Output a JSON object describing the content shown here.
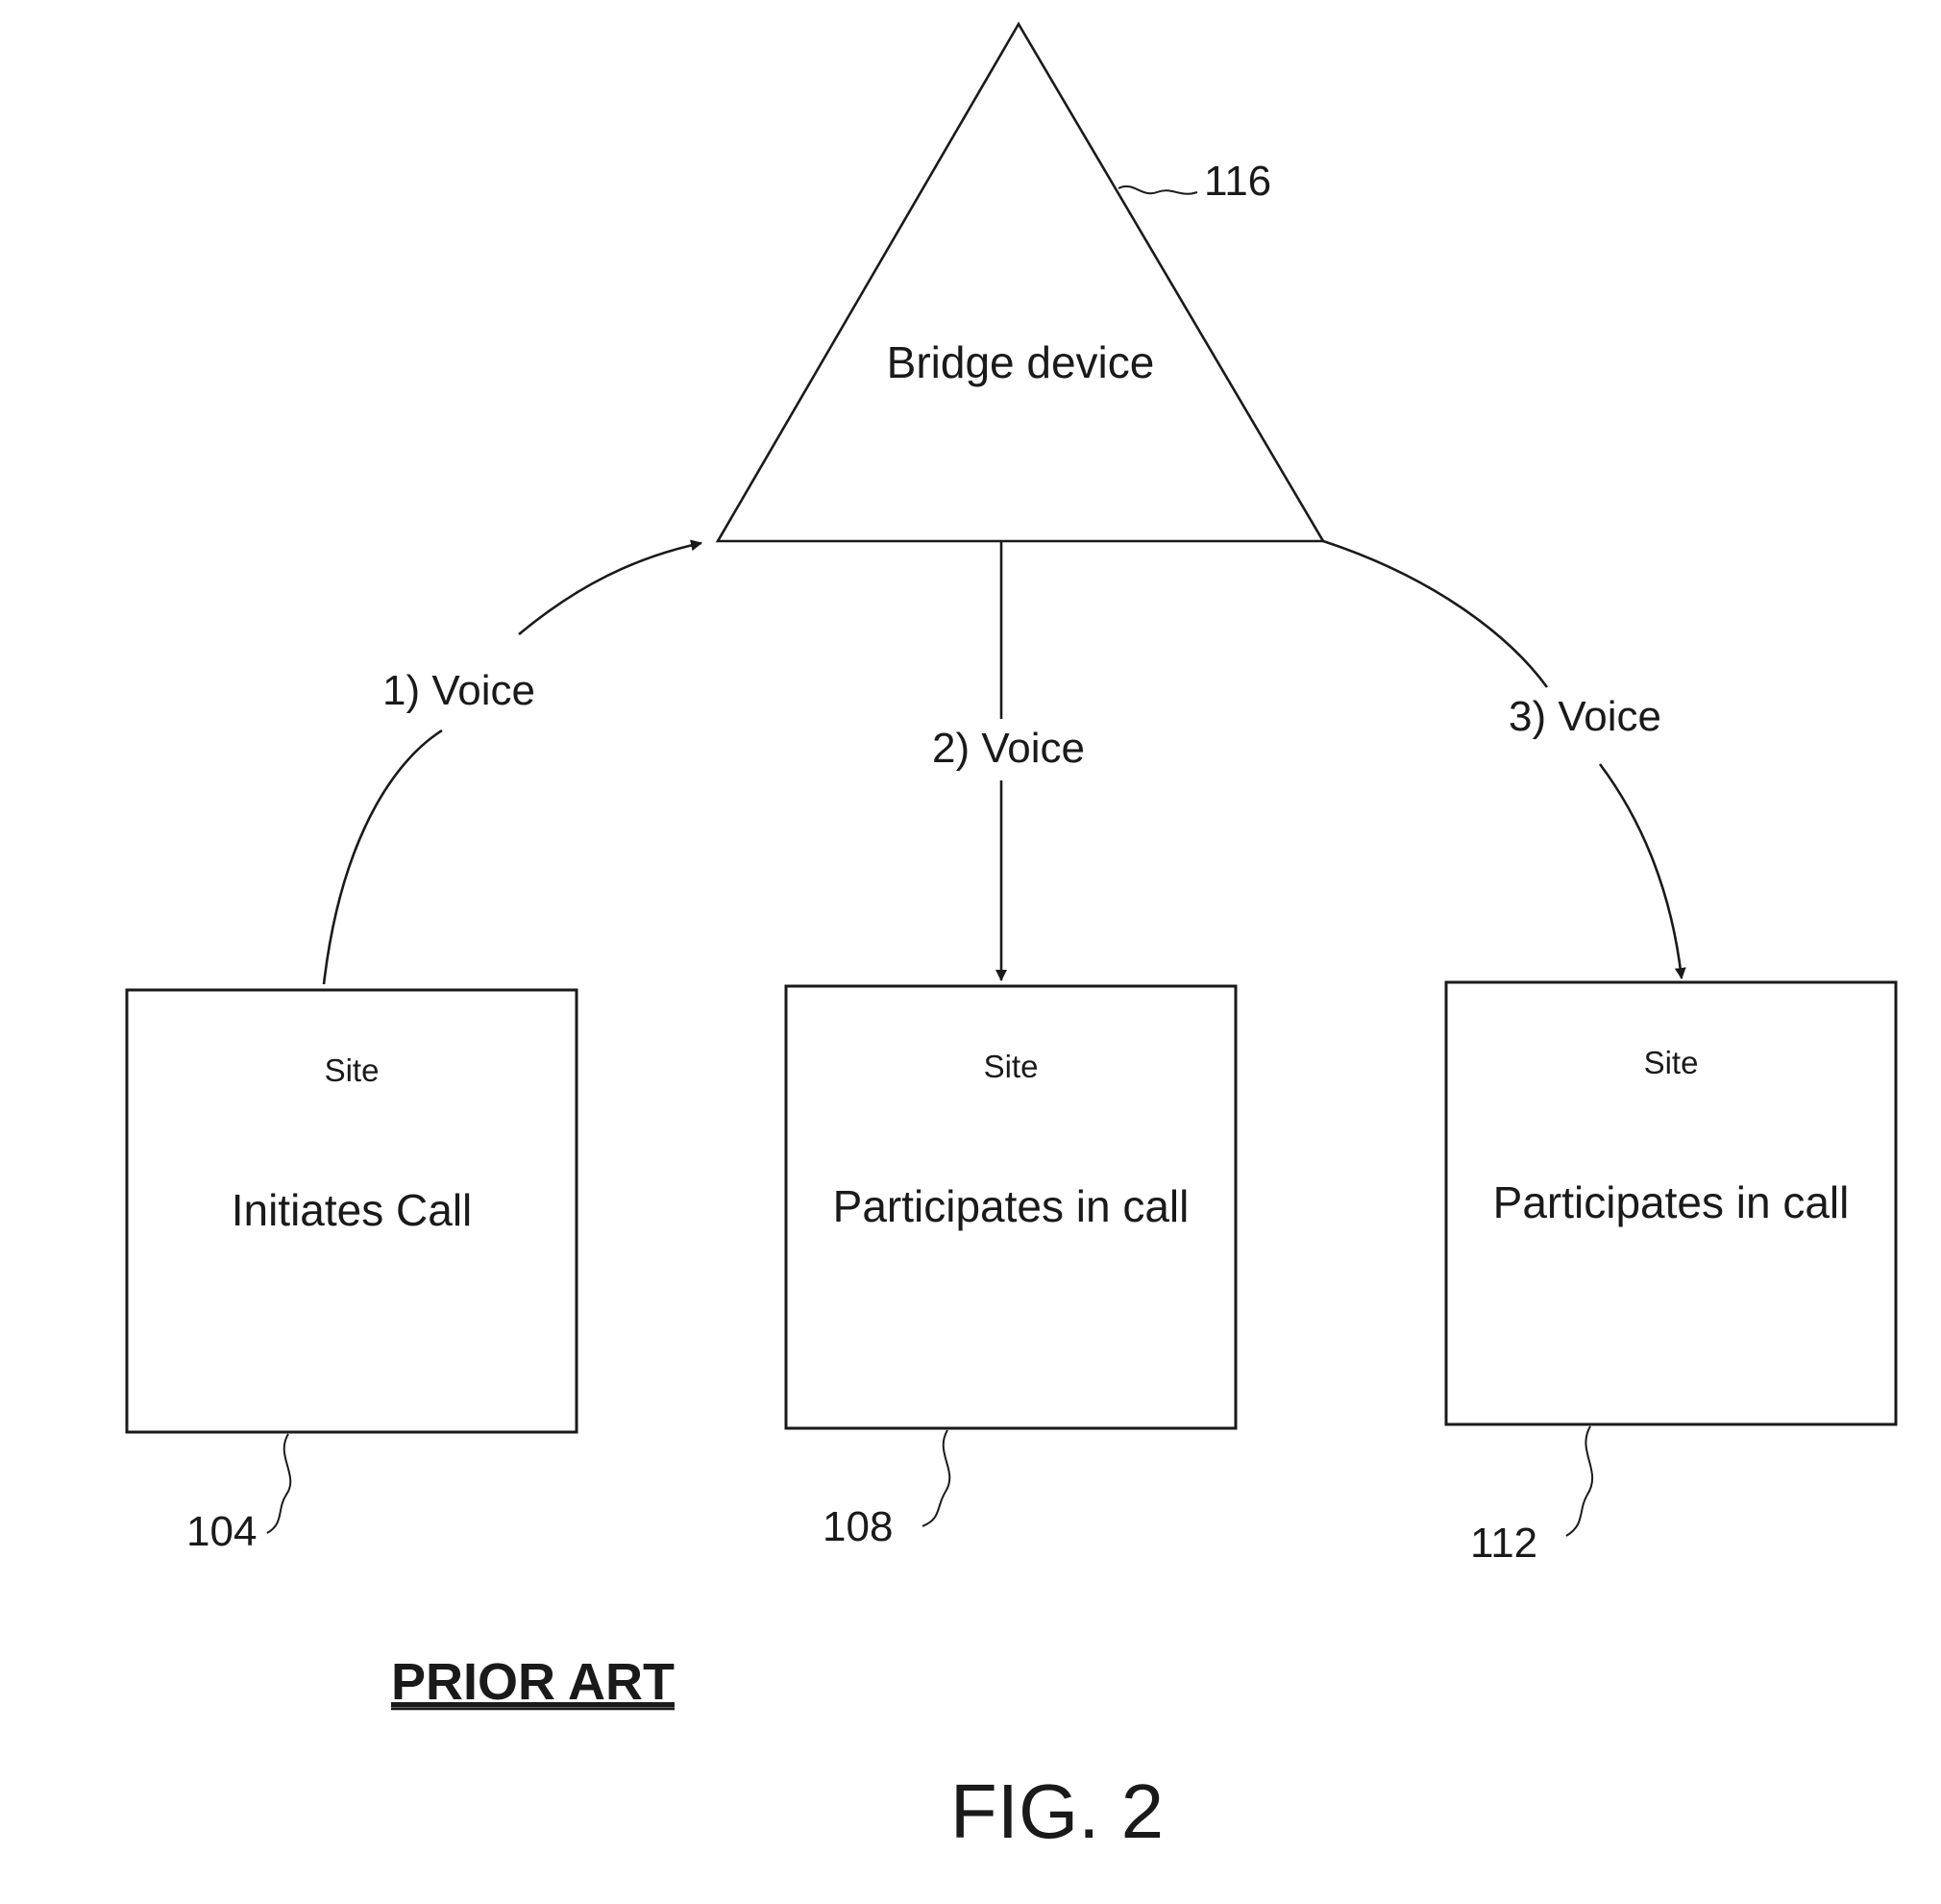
{
  "bridge": {
    "label": "Bridge device",
    "ref": "116"
  },
  "flows": {
    "flow1": "1) Voice",
    "flow2": "2) Voice",
    "flow3": "3) Voice"
  },
  "sites": [
    {
      "title": "Site",
      "role": "Initiates Call",
      "ref": "104"
    },
    {
      "title": "Site",
      "role": "Participates in call",
      "ref": "108"
    },
    {
      "title": "Site",
      "role": "Participates in call",
      "ref": "112"
    }
  ],
  "caption": {
    "prior_art": "PRIOR ART",
    "figure": "FIG. 2"
  },
  "colors": {
    "ink": "#1a1a1a",
    "background": "#ffffff"
  }
}
